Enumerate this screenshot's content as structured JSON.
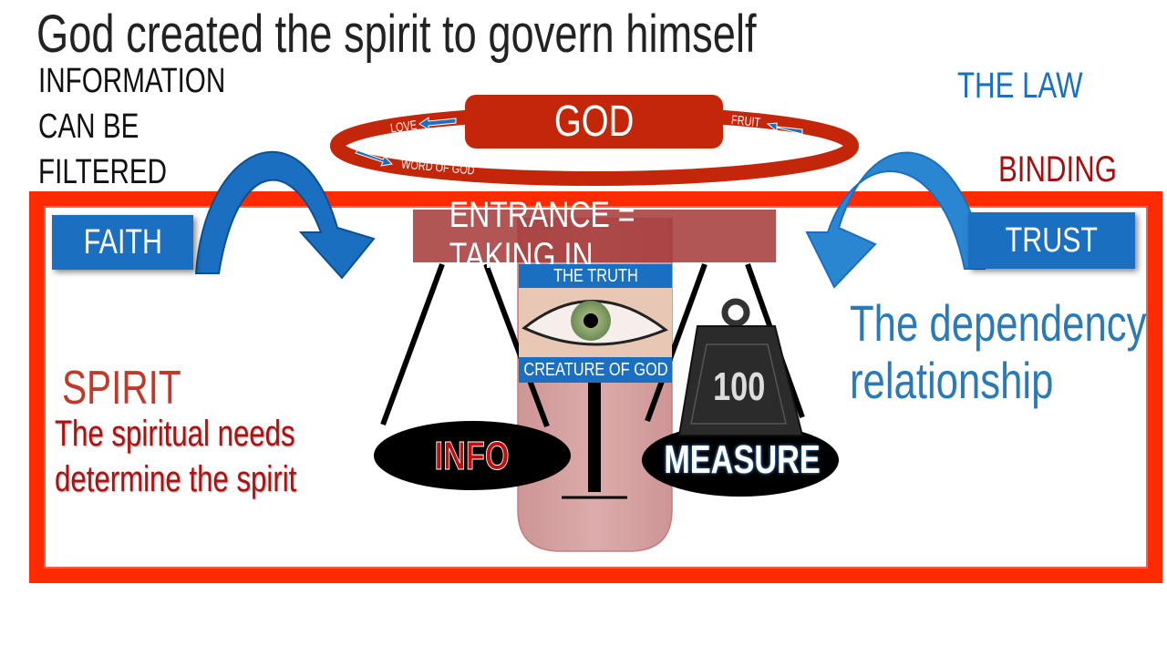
{
  "title": "God created the spirit to govern himself",
  "left_note": [
    "INFORMATION",
    "CAN BE",
    "FILTERED"
  ],
  "right_labels": {
    "law": "THE LAW",
    "binding": "BINDING"
  },
  "cycle": {
    "center": "GOD",
    "love": "LOVE",
    "fruit": "FRUIT",
    "word": "WORD OF GOD"
  },
  "faith": "FAITH",
  "trust": "TRUST",
  "entrance": "ENTRANCE = TAKING IN",
  "truth": "THE TRUTH",
  "creature": "CREATURE OF GOD",
  "scale": {
    "left_pan": "INFO",
    "right_pan": "MEASURE",
    "weight": "100"
  },
  "spirit": {
    "heading": "SPIRIT",
    "lines": [
      "The spiritual needs",
      "determine the spirit"
    ]
  },
  "dependency": [
    "The dependency",
    "relationship"
  ],
  "colors": {
    "red": "#ff2a00",
    "blue": "#1a6fc0",
    "dark_red": "#b01010"
  }
}
